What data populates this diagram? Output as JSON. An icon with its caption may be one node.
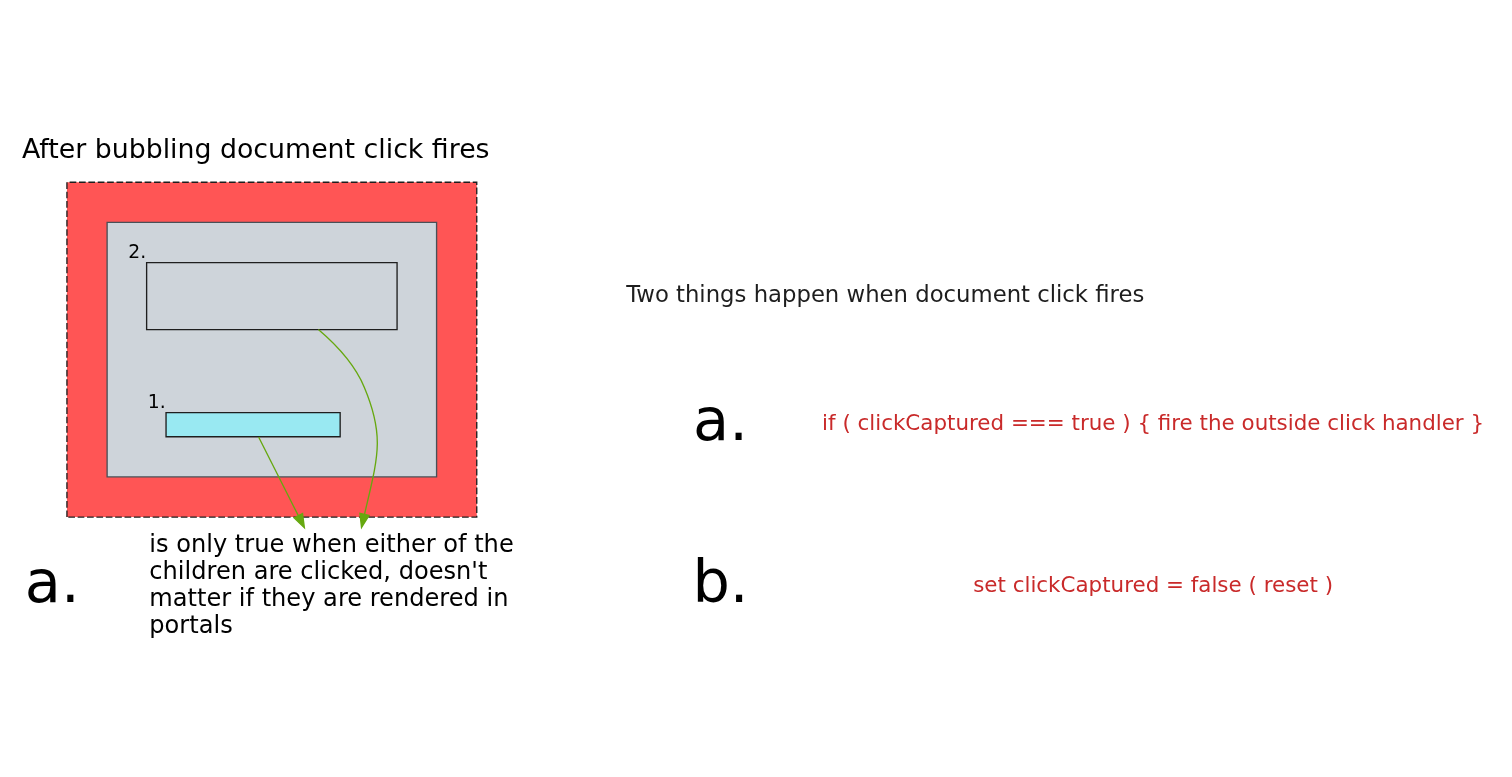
{
  "diagram": {
    "title": "After bubbling document click fires",
    "nodes": [
      {
        "text": [],
        "shape": "box"
      },
      {
        "text": [],
        "shape": "box",
        "in": 0
      },
      {
        "text": [],
        "shape": "box",
        "in": 1,
        "beside": [
          "2."
        ]
      },
      {
        "text": [],
        "shape": "bar",
        "in": 1,
        "beside": [
          "1."
        ]
      },
      {
        "text": [
          "is only true when either of the children are clicked, doesn't matter if they are rendered in portals"
        ]
      }
    ],
    "edges": [
      {
        "from": 3,
        "to": 4,
        "arrow": "to",
        "color": "#66a80f"
      },
      {
        "from": 2,
        "to": 4,
        "arrow": "to",
        "color": "#66a80f"
      }
    ],
    "labels": [
      "Two things happen when document click fires",
      "a.",
      "if ( clickCaptured === true ) { fire the outside click handler }",
      "b.",
      "set clickCaptured = false ( reset )",
      "a."
    ]
  }
}
